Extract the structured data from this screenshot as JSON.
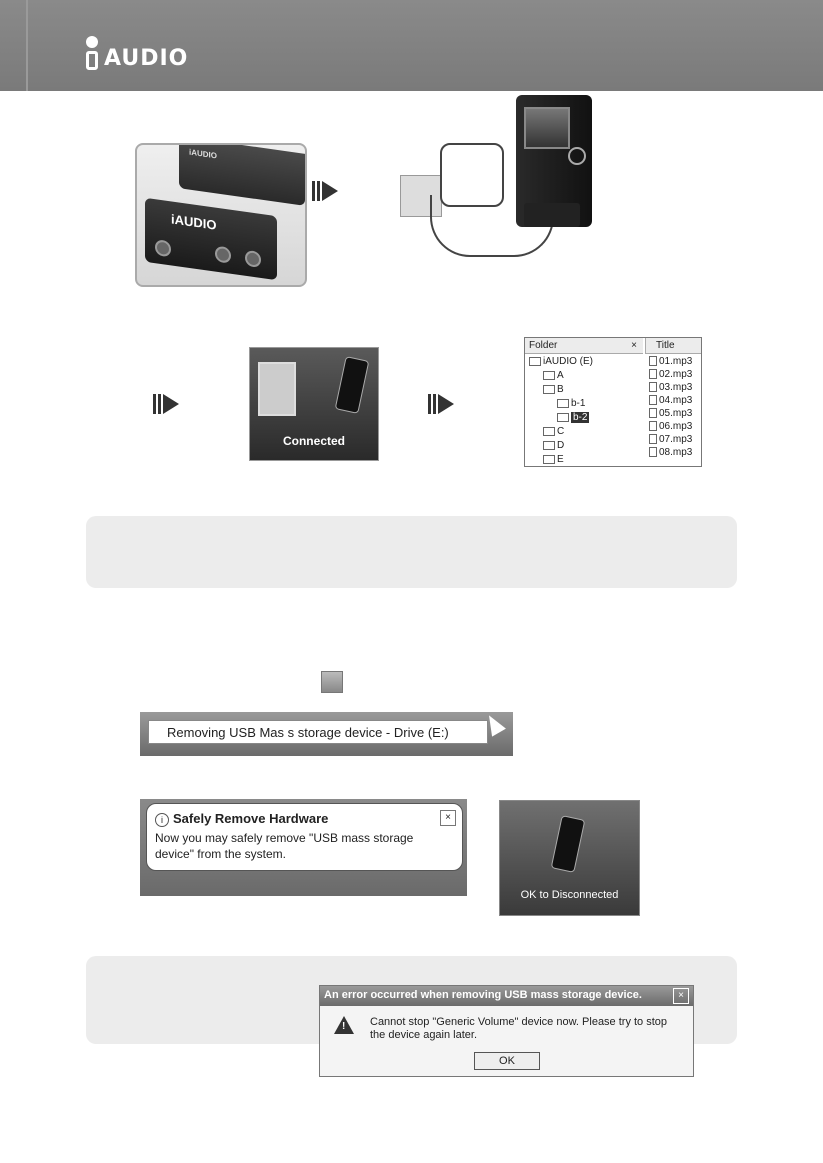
{
  "header": {
    "logo_text": "AUDIO",
    "bg_color": "#808080"
  },
  "dock_photo": {
    "dock_top_label": "iAUDIO",
    "dock_bottom_label": "iAUDIO"
  },
  "step_connect": {
    "connected_label": "Connected"
  },
  "explorer": {
    "folder_header": "Folder",
    "title_header": "Title",
    "close_symbol": "×",
    "tree": [
      "iAUDIO (E)",
      "A",
      "B",
      "b-1",
      "b-2",
      "C",
      "D",
      "E"
    ],
    "files": [
      "01.mp3",
      "02.mp3",
      "03.mp3",
      "04.mp3",
      "05.mp3",
      "06.mp3",
      "07.mp3",
      "08.mp3"
    ]
  },
  "removal": {
    "tooltip_text": "Removing USB Mas s storage device - Drive (E:)",
    "balloon_title": "Safely Remove Hardware",
    "balloon_message": "Now you may safely remove \"USB mass storage device\" from the system.",
    "balloon_close": "×",
    "ok_disconnected_label": "OK to Disconnected"
  },
  "error_dialog": {
    "title": "An error occurred when removing USB mass storage device.",
    "message": "Cannot stop \"Generic Volume\" device now. Please try to stop the device again later.",
    "ok_label": "OK",
    "close_symbol": "×",
    "warn_symbol": "!"
  }
}
